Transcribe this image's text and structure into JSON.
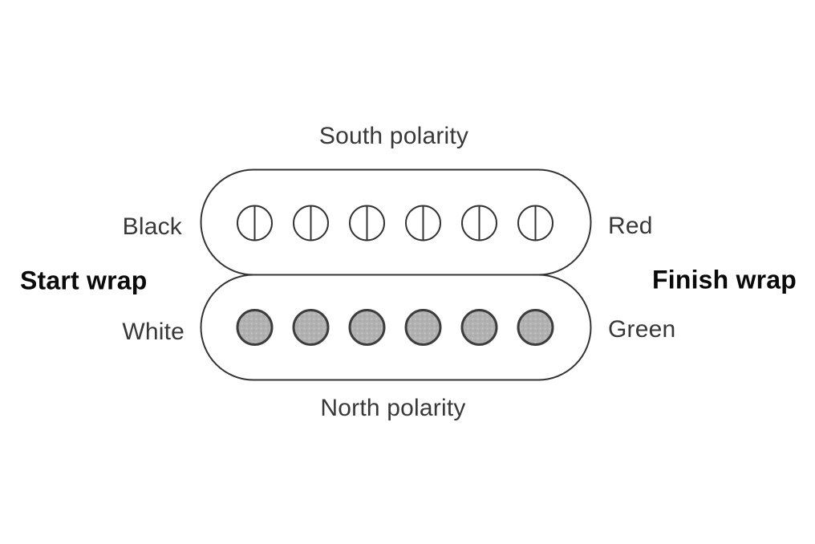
{
  "diagram": {
    "type": "humbucker-pickup-wiring",
    "top_label": "South polarity",
    "bottom_label": "North polarity",
    "wire_labels": {
      "top_left": "Black",
      "top_right": "Red",
      "mid_left": "Start wrap",
      "mid_right": "Finish wrap",
      "bottom_left": "White",
      "bottom_right": "Green"
    },
    "coils": [
      {
        "name": "south-coil",
        "polarity": "South",
        "pole_style": "screw",
        "pole_count": 6
      },
      {
        "name": "north-coil",
        "polarity": "North",
        "pole_style": "slug",
        "pole_count": 6
      }
    ],
    "colors": {
      "background": "#ffffff",
      "outline": "#333333",
      "screw_fill": "#ffffff",
      "slug_fill": "#b1b1b1",
      "slug_stroke": "#3d3d3d",
      "label_text": "#383838",
      "bold_text": "#0a0a0a"
    }
  }
}
